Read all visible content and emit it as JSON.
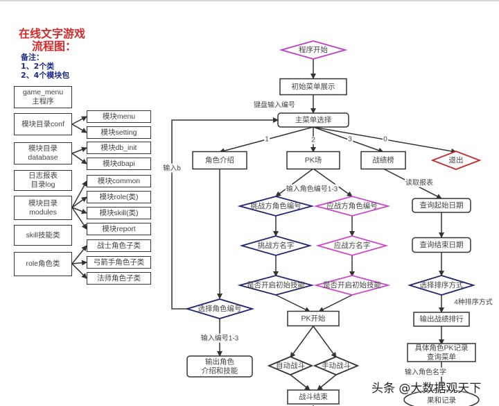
{
  "title": {
    "line1": "在线文字游戏",
    "line2": "流程图："
  },
  "notes": {
    "heading": "备注：",
    "items": [
      "1、2个类",
      "2、4个模块包"
    ]
  },
  "modules": {
    "left": [
      {
        "label": "game_menu\n主程序"
      },
      {
        "label": "模块目录conf"
      },
      {
        "label": "模块目录\ndatabase"
      },
      {
        "label": "日志报表\n目录log"
      },
      {
        "label": "模块目录\nmodules"
      },
      {
        "label": "skill技能类"
      },
      {
        "label": "role角色类"
      }
    ],
    "right": [
      {
        "label": "模块menu"
      },
      {
        "label": "模块setting"
      },
      {
        "label": "模块db_init"
      },
      {
        "label": "模块dbapi"
      },
      {
        "label": "模块common"
      },
      {
        "label": "模块role(类)"
      },
      {
        "label": "模块skill(类)"
      },
      {
        "label": "模块report"
      },
      {
        "label": "战士角色子类"
      },
      {
        "label": "弓箭手角色子类"
      },
      {
        "label": "法师角色子类"
      }
    ]
  },
  "flow": {
    "nodes": {
      "start": "程序开始",
      "init_menu": "初始菜单展示",
      "main_menu": "主菜单选择",
      "role_intro": "角色介绍",
      "pk_arena": "PK场",
      "leaderboard": "战绩榜",
      "exit": "退出",
      "challenger_id": "挑战方角色编号",
      "defender_id": "应战方角色编号",
      "challenger_name": "挑战方名字",
      "defender_name": "应战方名字",
      "challenger_skill": "是否开启初始技能",
      "defender_skill": "是否开启初始技能",
      "select_role": "选择角色编号",
      "output_role": "输出角色\n介绍和技能",
      "pk_start": "PK开始",
      "auto_battle": "自动战斗",
      "manual_battle": "手动战斗",
      "battle_end": "战斗结束",
      "query_start_date": "查询起始日期",
      "query_end_date": "查询结束日期",
      "choose_sort": "选择排序方式",
      "output_ranking": "输出战绩排行",
      "pk_record_menu": "具体角色PK记录\n查询菜单",
      "result_record": "果和记录"
    },
    "edge_labels": {
      "keyboard_input": "键盘输入编号",
      "opt1": "1",
      "opt2": "2",
      "opt3": "3",
      "opt0": "0",
      "input_b": "输入b",
      "input_role_id": "输入角色编号1-3",
      "read_report": "读取报表",
      "input_id": "输入编号1-3",
      "four_sorts": "4种排序方式",
      "input_role_name": "输入角色名字"
    },
    "colors": {
      "line": "#333333",
      "start_diamond": "#c23bc2",
      "exit_diamond": "#c82828",
      "challenger_diamond": "#1e2470",
      "defender_diamond": "#cc44cc",
      "title_red": "#d42a2a",
      "note_blue": "#1c2a8c"
    }
  },
  "watermark": "头条 @大数据观天下"
}
